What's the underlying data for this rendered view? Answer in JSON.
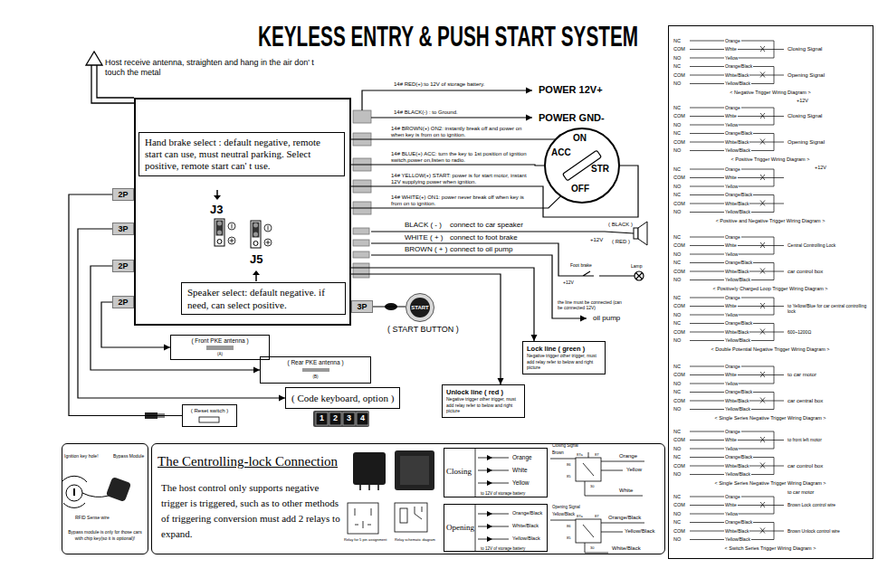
{
  "diagram": {
    "title": "KEYLESS ENTRY & PUSH START SYSTEM",
    "nodes": [
      {
        "text": [
          "J3",
          "J5"
        ]
      },
      {
        "text": [
          "Hand brake select : default negative, remote start can use, must neutral parking. Select positive, remote start can' t use."
        ],
        "in": 0
      },
      {
        "text": [
          "Speaker select: default negative. if need, can select positive."
        ],
        "in": 0
      },
      {
        "text": [
          "2P"
        ]
      },
      {
        "text": [
          "3P"
        ]
      },
      {
        "text": [
          "2P"
        ]
      },
      {
        "text": [
          "2P"
        ]
      },
      {
        "text": [
          "3P"
        ]
      },
      {
        "text": [
          "ON",
          "ACC",
          "STR",
          "OFF"
        ]
      },
      {
        "text": [
          "START"
        ]
      },
      {
        "text": [
          "( Front PKE antenna )",
          "(A)"
        ]
      },
      {
        "text": [
          "( Rear PKE antenna )",
          "(B)"
        ]
      },
      {
        "text": [
          "( Code keyboard, option )"
        ]
      },
      {
        "text": [
          "( Reset switch )"
        ]
      },
      {
        "text": [
          "Lock line ( green )",
          "Negative trigger other trigger, must add relay refer to below and right picture"
        ]
      },
      {
        "text": [
          "Unlock line ( red )",
          "Negative trigger other trigger, must add relay refer to below and right picture"
        ]
      },
      {
        "text": [
          "Ignition key hole!",
          "Bypass Module",
          "RFID Sense wire",
          "Bypass module is only for those cars with chip key(so it is optional)!"
        ]
      },
      {
        "text": [
          "The Centrolling-lock Connection",
          "The host control only supports negative trigger is triggered, such as to other methods of triggering conversion must add 2 relays to expand."
        ]
      },
      {
        "text": [
          "Closing"
        ],
        "in": 17
      },
      {
        "text": [
          "Opening"
        ],
        "in": 17
      }
    ],
    "edges": [
      {
        "from": 0,
        "to": 8,
        "arrow": "none",
        "label": "14# BROWN(+) ON2: instantly break off and power on when key is from on to ignition."
      },
      {
        "from": 0,
        "to": 8,
        "arrow": "none",
        "label": "14# BLUE(+) ACC: turn the key to 1st position of ignition switch,power on,listen to radio."
      },
      {
        "from": 0,
        "to": 8,
        "arrow": "none",
        "label": "14# YELLOW(+) START: power is for start motor, instant 12V supplying power when ignition."
      },
      {
        "from": 0,
        "to": 8,
        "arrow": "none",
        "label": "14# WHITE(+) ON1: power never break off when key is from on to ignition."
      },
      {
        "from": 7,
        "to": 9,
        "arrow": "none"
      },
      {
        "from": 0,
        "to": 14,
        "arrow": "to"
      },
      {
        "from": 0,
        "to": 15,
        "arrow": "to"
      },
      {
        "from": 3,
        "to": 13,
        "arrow": "none"
      },
      {
        "from": 4,
        "to": 12,
        "arrow": "to"
      },
      {
        "from": 5,
        "to": 11,
        "arrow": "to"
      },
      {
        "from": 6,
        "to": 10,
        "arrow": "to"
      }
    ],
    "labels": [
      "Host receive antenna, straighten and hang in the air don' t touch the metal",
      "14# RED(+):to 12V of storage battery.",
      "POWER 12V+",
      "14# BLACK(-) : to Ground.",
      "POWER GND-",
      "BLACK ( - )",
      "connect to car speaker",
      "WHITE ( + )",
      "connect to foot brake",
      "BROWN ( + )",
      "connect to oil pump",
      "( BLACK )",
      "+12V",
      "( RED )",
      "Foot brake",
      "Lamp",
      "+12V",
      "the line must be connected (can be connected 12V)",
      "oil pump",
      "( START BUTTON )",
      "1",
      "2",
      "3",
      "4",
      "Relay for 5 pin assignment",
      "Relay schematic diagram",
      "Orange",
      "White",
      "Yellow",
      "to 12V of storage battery",
      "Orange/Black",
      "White/Black",
      "Yellow/Black",
      "to 12V of storage battery",
      "Closing Signal",
      "Brown",
      "Orange",
      "Yellow",
      "White",
      "Opening Signal",
      "Yellow/Black",
      "Orange/Black",
      "Yellow/Black",
      "White/Black",
      "87a",
      "87",
      "30",
      "86",
      "85",
      "87a",
      "87",
      "30",
      "86",
      "85",
      "NC",
      "COM",
      "NO",
      "NC",
      "COM",
      "NO",
      "Orange",
      "White",
      "Yellow",
      "Orange/Black",
      "White/Black",
      "Yellow/Black",
      "< Negative Trigger Wiring Diagram >",
      "NC",
      "COM",
      "NO",
      "NC",
      "COM",
      "NO",
      "Orange",
      "White",
      "Yellow",
      "Orange/Black",
      "White/Black",
      "Yellow/Black",
      "< Positive Trigger Wiring Diagram >",
      "NC",
      "COM",
      "NO",
      "NC",
      "COM",
      "NO",
      "Orange",
      "White",
      "Yellow",
      "Orange/Black",
      "White/Black",
      "Yellow/Black",
      "< Positive and Negative Trigger Wiring Diagram >",
      "NC",
      "COM",
      "NO",
      "NC",
      "COM",
      "NO",
      "Orange",
      "White",
      "Yellow",
      "Orange/Black",
      "White/Black",
      "Yellow/Black",
      "< Positively Charged Loop Trigger Wiring Diagram >",
      "NC",
      "COM",
      "NO",
      "NC",
      "COM",
      "NO",
      "Orange",
      "White",
      "Yellow",
      "Orange/Black",
      "White/Black",
      "Yellow/Black",
      "< Double Potential Negative Trigger Wiring Diagram >",
      "NC",
      "COM",
      "NO",
      "NC",
      "COM",
      "NO",
      "Orange",
      "White",
      "Yellow",
      "Orange/Black",
      "White/Black",
      "Yellow/Black",
      "< Single Series Negative Trigger Wiring Diagram >",
      "NC",
      "COM",
      "NO",
      "NC",
      "COM",
      "NO",
      "Orange",
      "White",
      "Yellow",
      "Orange/Black",
      "White/Black",
      "Yellow/Black",
      "< Single Series Negative Trigger Wiring Diagram >",
      "NC",
      "COM",
      "NO",
      "NC",
      "COM",
      "NO",
      "Orange",
      "White",
      "Yellow",
      "Orange/Black",
      "White/Black",
      "Yellow/Black",
      "< Switch Series Trigger Wiring Diagram >",
      "Closing Signal",
      "Opening Signal",
      "+12V",
      "Closing Signal",
      "Opening Signal",
      "+12V",
      "Central Controlling Lock",
      "car control box",
      "to Yellow/Blue for car central controlling lock",
      "600~1200Ω",
      "to car motor",
      "car central box",
      "to front left motor",
      "car control box",
      "to car motor",
      "Brown Lock control wire",
      "Brown Unlock control wire"
    ]
  }
}
